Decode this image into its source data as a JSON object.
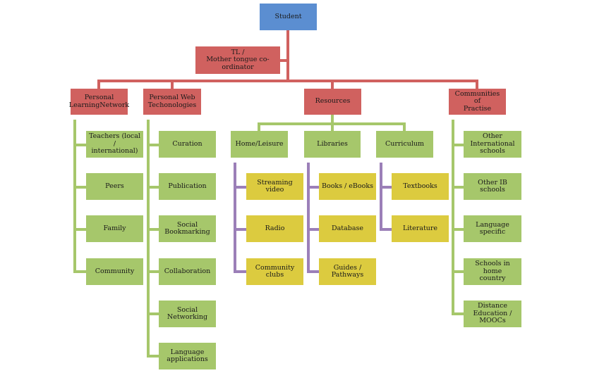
{
  "root": {
    "label": "Student"
  },
  "coordinator": {
    "label": "TL /\nMother tongue co-ordinator"
  },
  "categories": {
    "pln": {
      "label": "Personal\nLearningNetwork",
      "items": [
        "Teachers (local /\ninternational)",
        "Peers",
        "Family",
        "Community"
      ]
    },
    "pwt": {
      "label": "Personal Web\nTechonologies",
      "items": [
        "Curation",
        "Publication",
        "Social\nBookmarking",
        "Collaboration",
        "Social Networking",
        "Language\napplications"
      ]
    },
    "resources": {
      "label": "Resources",
      "subgroups": {
        "home": {
          "label": "Home/Leisure",
          "items": [
            "Streaming video",
            "Radio",
            "Community clubs"
          ]
        },
        "libraries": {
          "label": "Libraries",
          "items": [
            "Books / eBooks",
            "Database",
            "Guides / Pathways"
          ]
        },
        "curriculum": {
          "label": "Curriculum",
          "items": [
            "Textbooks",
            "Literature"
          ]
        }
      }
    },
    "cop": {
      "label": "Communities of\nPractise",
      "items": [
        "Other International\nschools",
        "Other IB schools",
        "Language specific",
        "Schools in home\ncountry",
        "Distance\nEducation / MOOCs"
      ]
    }
  },
  "colors": {
    "root": "#5b8ed1",
    "category": "#d0615f",
    "item": "#a6c76b",
    "resource_item": "#dccb3f",
    "red_connector": "#d0615f",
    "green_connector": "#a6c76b",
    "purple_connector": "#9b7fb8"
  }
}
